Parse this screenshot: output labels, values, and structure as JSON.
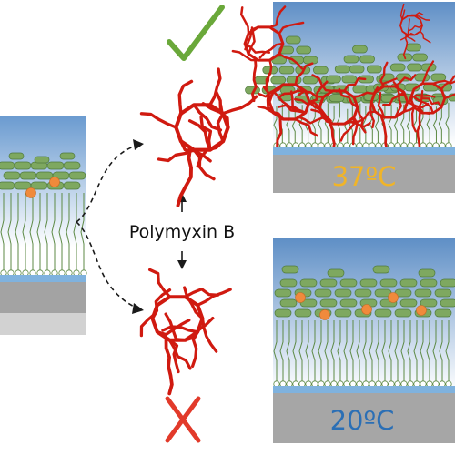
{
  "figure": {
    "center_label": "Polymyxin B",
    "top_panel": {
      "temperature": "37ºC",
      "temperature_color": "#f0b428",
      "outcome": "check"
    },
    "bottom_panel": {
      "temperature": "20ºC",
      "temperature_color": "#2b6fb5",
      "outcome": "cross"
    }
  },
  "colors": {
    "lipid_green": "#7ea860",
    "lipid_outline": "#4f7a3c",
    "chain": "#5d8a45",
    "cation": "#f08a3c",
    "molecule_red": "#d01a10",
    "check_green": "#6aa83a",
    "cross_red": "#e23a2a",
    "sky_top": "#5f8fc6",
    "sky_bottom": "#ffffff",
    "substrate": "#a3a3a3",
    "substrate_light": "#cfcfcf",
    "water_band": "#7fb2de"
  }
}
